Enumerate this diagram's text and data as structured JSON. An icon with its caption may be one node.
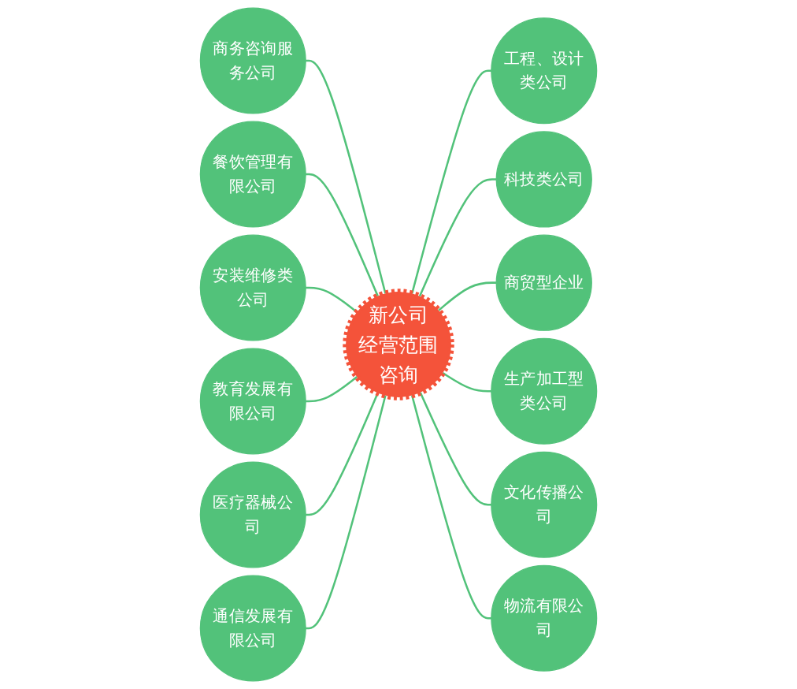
{
  "diagram": {
    "nodes": [
      {
        "text": [
          "新公司",
          "经营范围咨询"
        ]
      },
      {
        "text": [
          "商务咨询服务公司"
        ]
      },
      {
        "text": [
          "餐饮管理有限公司"
        ]
      },
      {
        "text": [
          "安装维修类公司"
        ]
      },
      {
        "text": [
          "工程、设计类公司"
        ]
      },
      {
        "text": [
          "科技类公司"
        ]
      },
      {
        "text": [
          "商贸型企业"
        ]
      },
      {
        "text": [
          "生产加工型类公司"
        ]
      },
      {
        "text": [
          "文化传播公司"
        ]
      },
      {
        "text": [
          "物流有限公司"
        ]
      },
      {
        "text": [
          "教育发展有限公司"
        ]
      },
      {
        "text": [
          "医疗器械公司"
        ]
      },
      {
        "text": [
          "通信发展有限公司"
        ]
      }
    ],
    "edges": [
      {
        "from": 0,
        "to": 1,
        "arrow": "none"
      },
      {
        "from": 0,
        "to": 2,
        "arrow": "none"
      },
      {
        "from": 0,
        "to": 3,
        "arrow": "none"
      },
      {
        "from": 0,
        "to": 4,
        "arrow": "none"
      },
      {
        "from": 0,
        "to": 5,
        "arrow": "none"
      },
      {
        "from": 0,
        "to": 6,
        "arrow": "none"
      },
      {
        "from": 0,
        "to": 7,
        "arrow": "none"
      },
      {
        "from": 0,
        "to": 8,
        "arrow": "none"
      },
      {
        "from": 0,
        "to": 9,
        "arrow": "none"
      },
      {
        "from": 0,
        "to": 10,
        "arrow": "none"
      },
      {
        "from": 0,
        "to": 11,
        "arrow": "none"
      },
      {
        "from": 0,
        "to": 12,
        "arrow": "none"
      }
    ]
  }
}
